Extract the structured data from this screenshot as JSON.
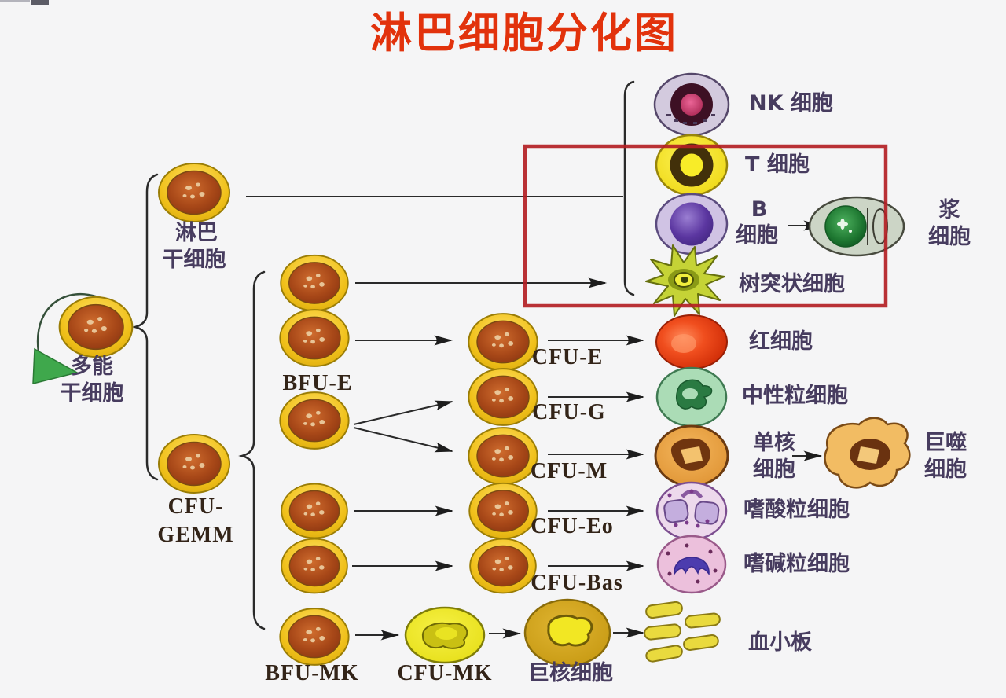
{
  "title": "淋巴细胞分化图",
  "colors": {
    "title": "#e2320c",
    "highlight_box": "#b32024",
    "label_text": "#473c5f",
    "cfu_label_text": "#332418",
    "stem_cell_ring": "#f3c319",
    "stem_cell_body": "#a8441a",
    "self_renewal_arrow": "#3fa84c"
  },
  "cells": {
    "multipotent": {
      "label_lines": [
        "多能",
        "干细胞"
      ]
    },
    "lymphoid": {
      "label_lines": [
        "淋巴",
        "干细胞"
      ]
    },
    "cfu_gemm": {
      "label_lines": [
        "CFU-",
        "GEMM"
      ]
    },
    "bfu_e": {
      "label": "BFU-E"
    },
    "cfu_e": {
      "label": "CFU-E"
    },
    "cfu_g": {
      "label": "CFU-G"
    },
    "cfu_m": {
      "label": "CFU-M"
    },
    "cfu_eo": {
      "label": "CFU-Eo"
    },
    "cfu_bas": {
      "label": "CFU-Bas"
    },
    "bfu_mk": {
      "label": "BFU-MK"
    },
    "cfu_mk": {
      "label": "CFU-MK"
    },
    "megakaryocyte": {
      "label": "巨核细胞"
    },
    "nk": {
      "label": "NK 细胞"
    },
    "t": {
      "label": "T 细胞"
    },
    "b": {
      "label_lines": [
        "B",
        "细胞"
      ]
    },
    "plasma": {
      "label_lines": [
        "浆",
        "细胞"
      ]
    },
    "dendritic": {
      "label": "树突状细胞"
    },
    "rbc": {
      "label": "红细胞"
    },
    "neutrophil": {
      "label": "中性粒细胞"
    },
    "monocyte": {
      "label_lines": [
        "单核",
        "细胞"
      ]
    },
    "macrophage": {
      "label_lines": [
        "巨噬",
        "细胞"
      ]
    },
    "eosinophil": {
      "label": "嗜酸粒细胞"
    },
    "basophil": {
      "label": "嗜碱粒细胞"
    },
    "platelets": {
      "label": "血小板"
    }
  }
}
